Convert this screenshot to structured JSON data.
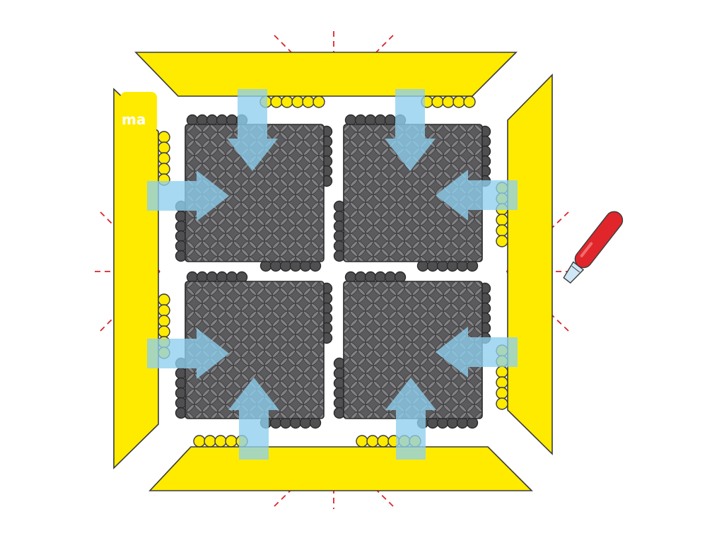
{
  "diagram": {
    "logo_text": "ma",
    "colors": {
      "background": "#ffffff",
      "edge_yellow": "#FFEB00",
      "edge_outline": "#3a3a3a",
      "tile_dark": "#5b5b5d",
      "tile_outline": "#2a2a2a",
      "tread_light": "#7a7a7c",
      "arrow_blue": "#8ecfee",
      "cut_line": "#d8262b",
      "cutter_body": "#e0262b",
      "cutter_blade": "#cfe6f4"
    },
    "tiles": [
      "top-left-tile",
      "top-right-tile",
      "bottom-left-tile",
      "bottom-right-tile"
    ],
    "edge_pieces": [
      "top-edge-piece",
      "right-edge-piece",
      "bottom-edge-piece",
      "left-edge-piece"
    ],
    "arrows": [
      {
        "name": "arrow-top-left-down",
        "direction": "down"
      },
      {
        "name": "arrow-top-right-down",
        "direction": "down"
      },
      {
        "name": "arrow-left-top-right",
        "direction": "right"
      },
      {
        "name": "arrow-left-bottom-right",
        "direction": "right"
      },
      {
        "name": "arrow-right-top-left",
        "direction": "left"
      },
      {
        "name": "arrow-right-bottom-left",
        "direction": "left"
      },
      {
        "name": "arrow-bottom-left-up",
        "direction": "up"
      },
      {
        "name": "arrow-bottom-right-up",
        "direction": "up"
      }
    ],
    "icons": {
      "cutter": "utility-knife-icon"
    }
  }
}
